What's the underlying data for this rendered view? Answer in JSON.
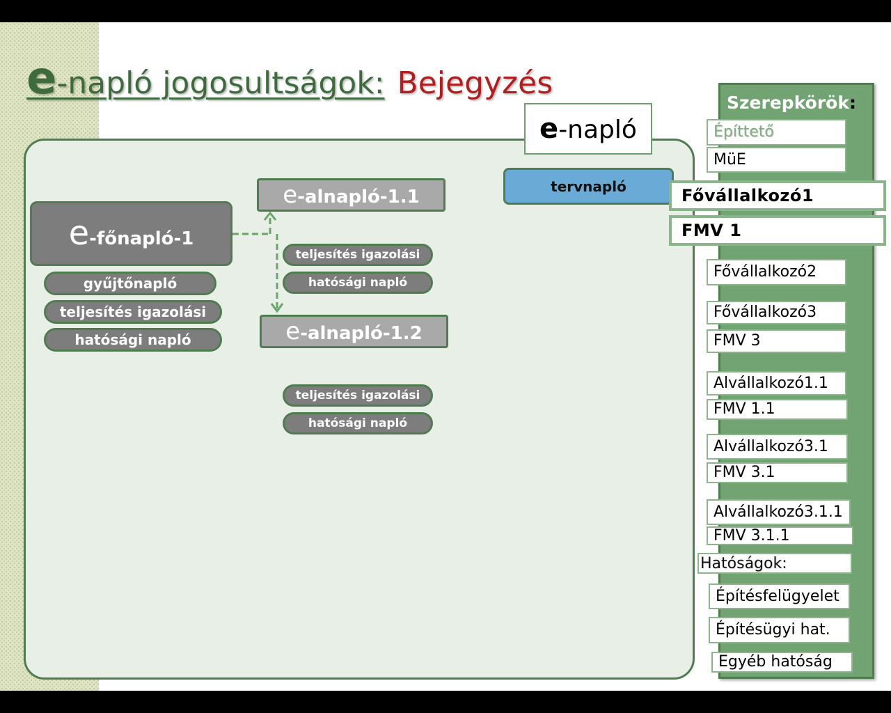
{
  "title": {
    "e": "e",
    "main": "-napló jogosultságok:",
    "accent": "Bejegyzés"
  },
  "enaplo_box": {
    "e": "e",
    "label": "-napló"
  },
  "fonaplo": {
    "e": "e",
    "label": "-főnapló-1",
    "pills": [
      "gyűjtőnapló",
      "teljesítés igazolási",
      "hatósági napló"
    ]
  },
  "alnaplo_11": {
    "e": "e",
    "label": "-alnapló-1.1",
    "pills": [
      "teljesítés igazolási",
      "hatósági  napló"
    ]
  },
  "alnaplo_12": {
    "e": "e",
    "label": "-alnapló-1.2",
    "pills": [
      "teljesítés igazolási",
      "hatósági  napló"
    ]
  },
  "tervnaplo": "tervnapló",
  "roles": {
    "title": "Szerepkörök",
    "colon": ":",
    "items": [
      "Építtető",
      "MüE",
      "Fővállalkozó1",
      "FMV  1",
      "Fővállalkozó2",
      "Fővállalkozó3",
      "FMV  3",
      "Alvállalkozó1.1",
      "FMV  1.1",
      "Alvállalkozó3.1",
      "FMV  3.1",
      "Alvállalkozó3.1.1",
      "FMV  3.1.1",
      "Hatóságok:",
      "Építésfelügyelet",
      "Építésügyi  hat.",
      "Egyéb  hatóság"
    ]
  },
  "colors": {
    "title_green": "#3e6b3e",
    "title_red": "#b01e1e",
    "panel_green": "#72a372",
    "border_green": "#4f7d4f",
    "tervnaplo_blue": "#6aaad6",
    "connector": "#6aa56a"
  }
}
